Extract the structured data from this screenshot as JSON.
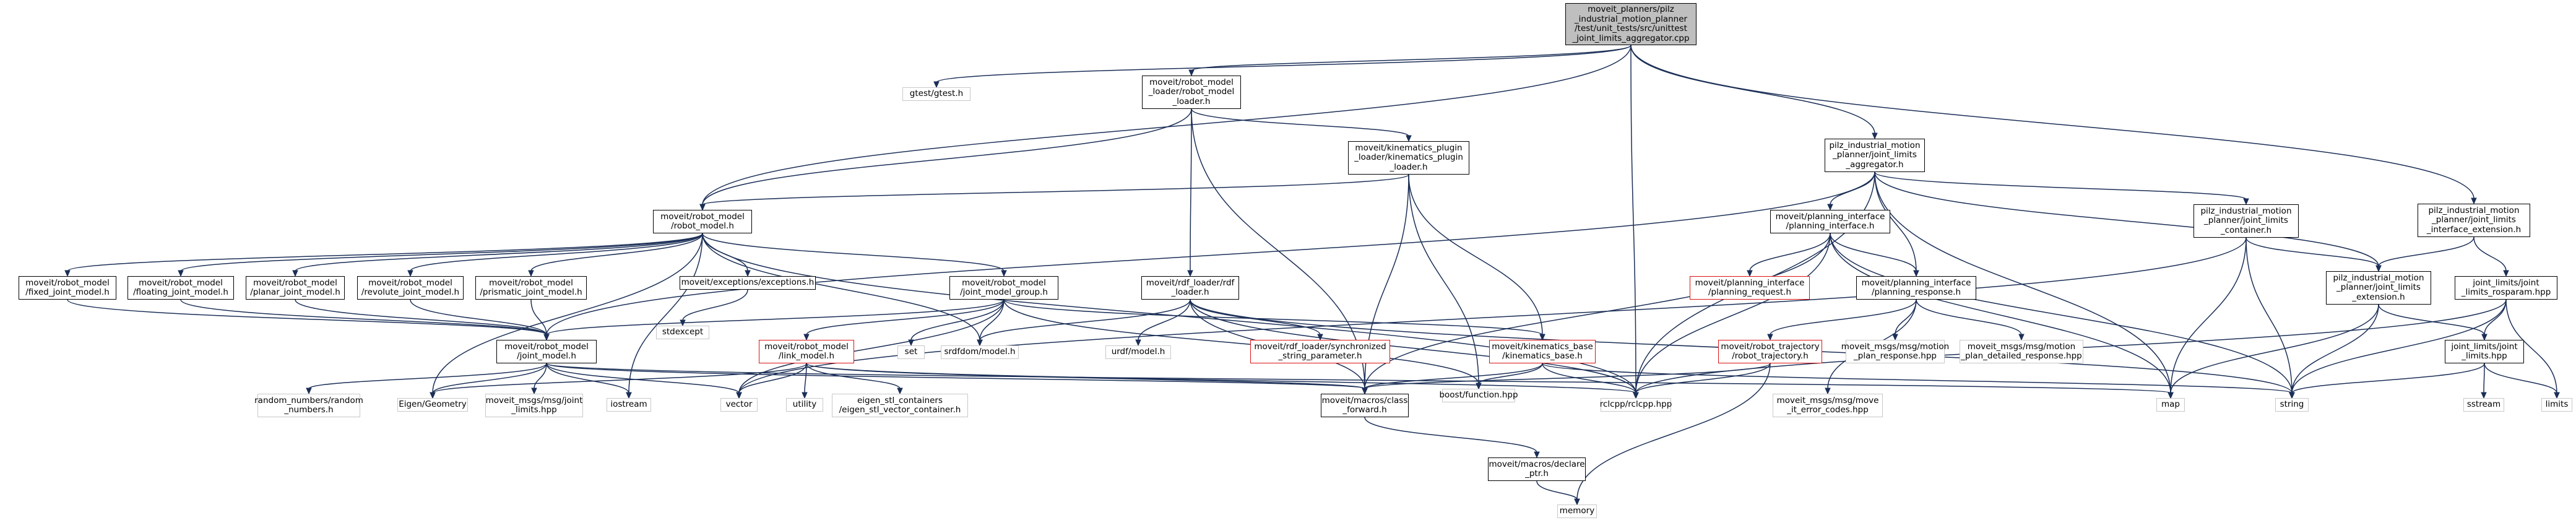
{
  "root": "moveit_planners/pilz\n_industrial_motion_planner\n/test/unit_tests/src/unittest\n_joint_limits_aggregator.cpp",
  "nodes": {
    "gtest": "gtest/gtest.h",
    "rml_loader": "moveit/robot_model\n_loader/robot_model\n_loader.h",
    "agg": "pilz_industrial_motion\n_planner/joint_limits\n_aggregator.h",
    "ext_top": "pilz_industrial_motion\n_planner/joint_limits\n_interface_extension.h",
    "kpl": "moveit/kinematics_plugin\n_loader/kinematics_plugin\n_loader.h",
    "robot_model": "moveit/robot_model\n/robot_model.h",
    "pi": "moveit/planning_interface\n/planning_interface.h",
    "container": "pilz_industrial_motion\n_planner/joint_limits\n_container.h",
    "fixed": "moveit/robot_model\n/fixed_joint_model.h",
    "floating": "moveit/robot_model\n/floating_joint_model.h",
    "planar": "moveit/robot_model\n/planar_joint_model.h",
    "revolute": "moveit/robot_model\n/revolute_joint_model.h",
    "prismatic": "moveit/robot_model\n/prismatic_joint_model.h",
    "exceptions": "moveit/exceptions/exceptions.h",
    "jmg": "moveit/robot_model\n/joint_model_group.h",
    "rdf": "moveit/rdf_loader/rdf\n_loader.h",
    "planning_request": "moveit/planning_interface\n/planning_request.h",
    "planning_response": "moveit/planning_interface\n/planning_response.h",
    "jl_ext": "pilz_industrial_motion\n_planner/joint_limits\n_extension.h",
    "rosparam": "joint_limits/joint\n_limits_rosparam.hpp",
    "stdexcept": "stdexcept",
    "joint_model": "moveit/robot_model\n/joint_model.h",
    "link_model": "moveit/robot_model\n/link_model.h",
    "set": "set",
    "srdfdom": "srdfdom/model.h",
    "urdf": "urdf/model.h",
    "sync": "moveit/rdf_loader/synchronized\n_string_parameter.h",
    "kin_base": "moveit/kinematics_base\n/kinematics_base.h",
    "robot_traj": "moveit/robot_trajectory\n/robot_trajectory.h",
    "motion_plan_resp": "moveit_msgs/msg/motion\n_plan_response.hpp",
    "motion_plan_det": "moveit_msgs/msg/motion\n_plan_detailed_response.hpp",
    "jl_hpp": "joint_limits/joint\n_limits.hpp",
    "random_numbers": "random_numbers/random\n_numbers.h",
    "eigen_geom": "Eigen/Geometry",
    "msg_joint_limits": "moveit_msgs/msg/joint\n_limits.hpp",
    "iostream": "iostream",
    "vector": "vector",
    "utility": "utility",
    "eigen_stl": "eigen_stl_containers\n/eigen_stl_vector_container.h",
    "macros_class": "moveit/macros/class\n_forward.h",
    "boost_function": "boost/function.hpp",
    "rclcpp": "rclcpp/rclcpp.hpp",
    "move_it_error": "moveit_msgs/msg/move\n_it_error_codes.hpp",
    "map": "map",
    "string": "string",
    "sstream": "sstream",
    "limits": "limits",
    "macros_declare": "moveit/macros/declare\n_ptr.h",
    "memory": "memory"
  },
  "colors": {
    "edge": "#1b2f57",
    "root_fill": "#bfbfbf",
    "box_border": "#000000",
    "missing_border": "#d11111",
    "external_border": "#c8c8c8"
  }
}
